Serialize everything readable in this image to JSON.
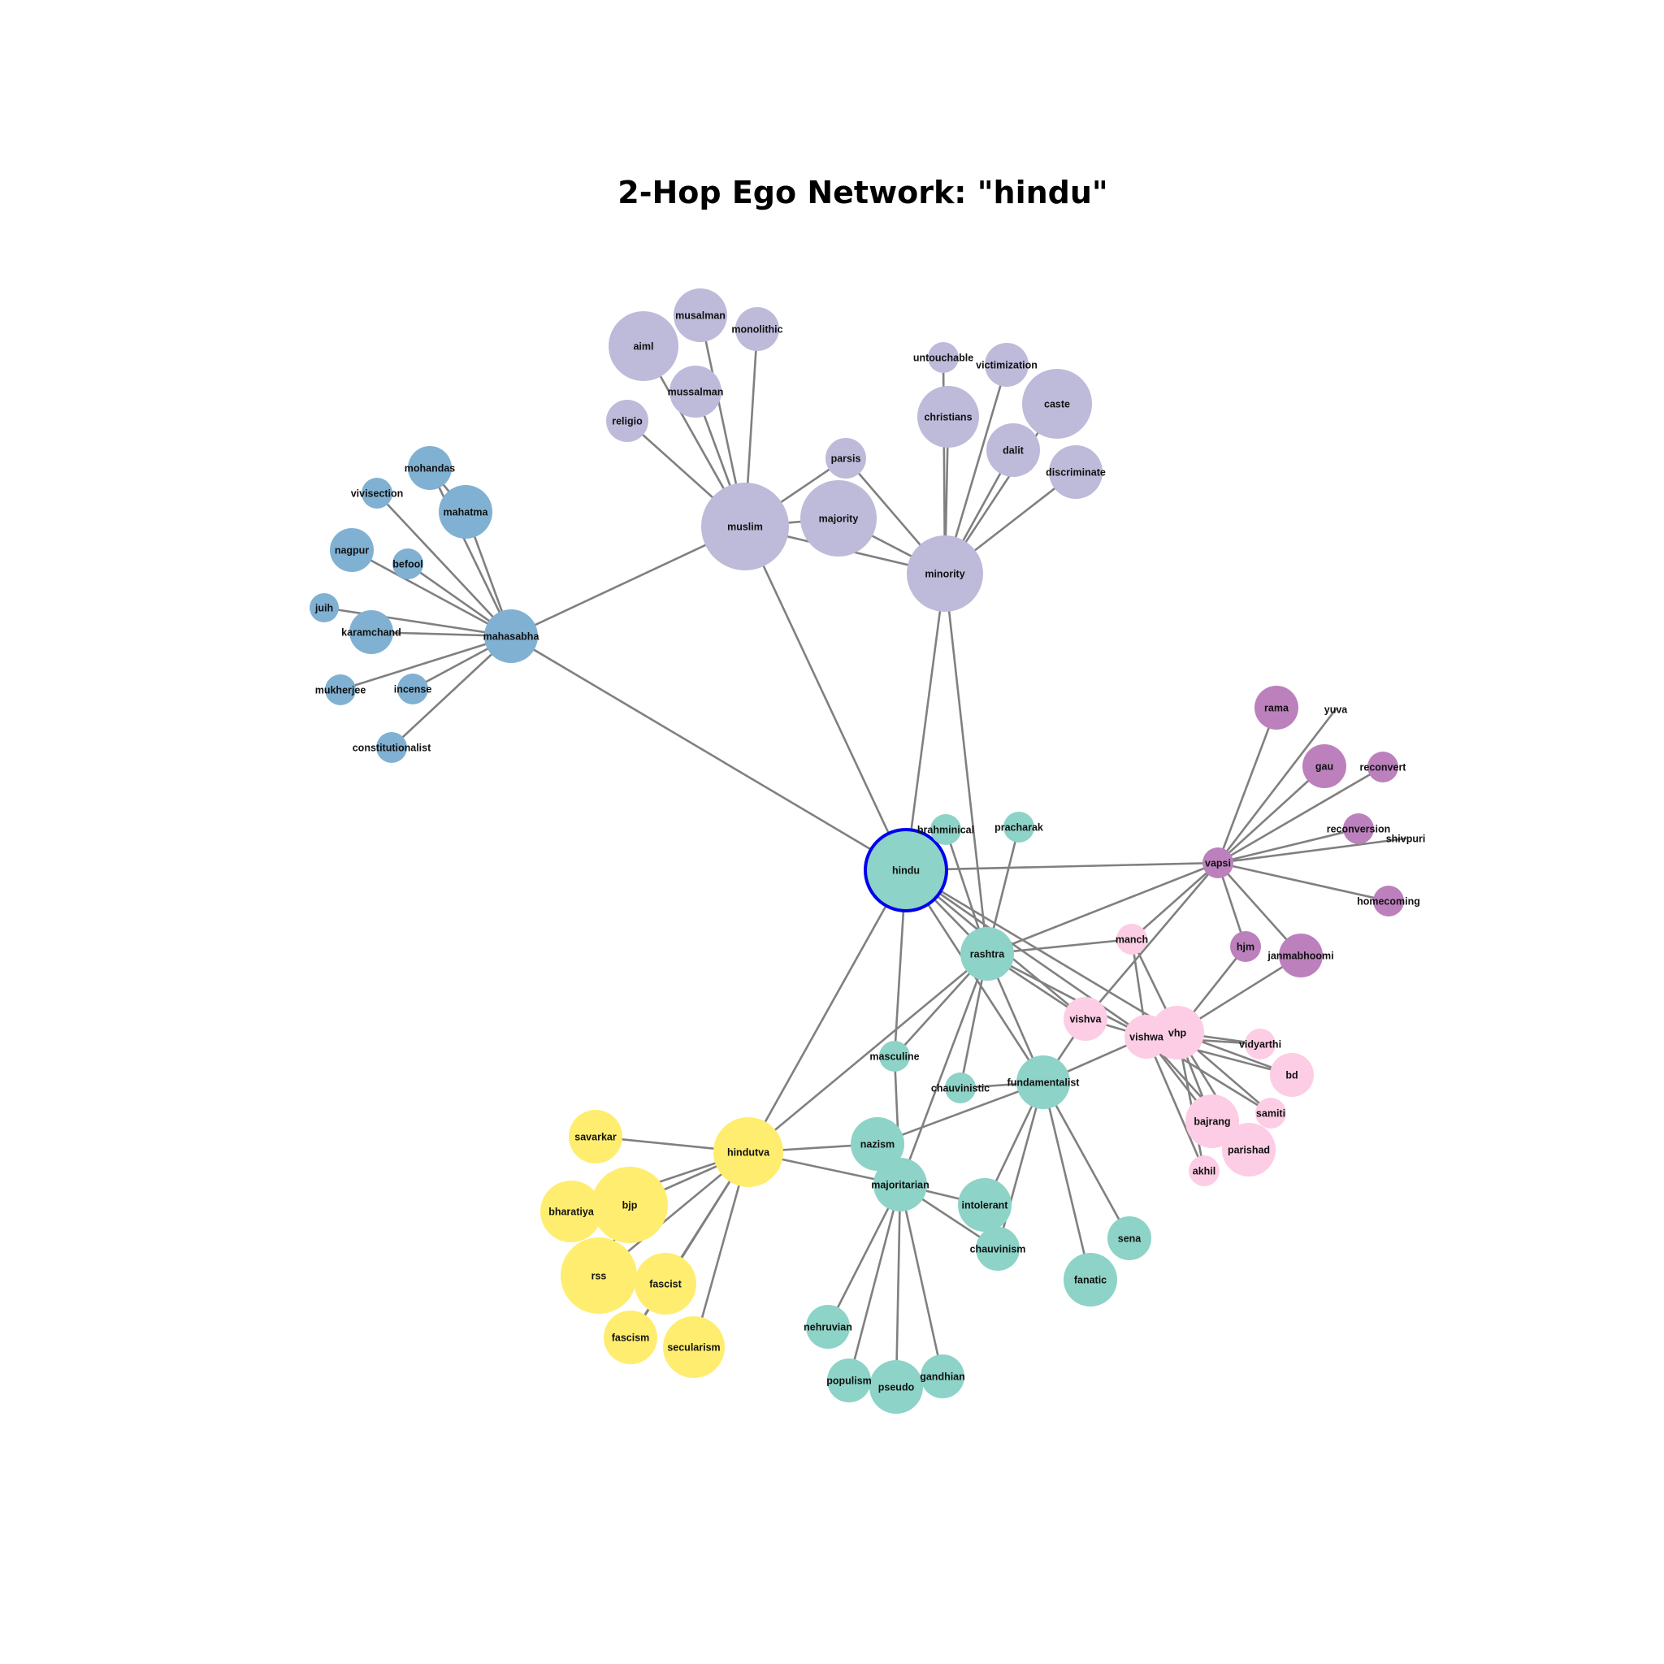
{
  "title": "2-Hop Ego Network: \"hindu\"",
  "ego": "hindu",
  "communities": {
    "teal": {
      "color": "#8dd3c7"
    },
    "lilac": {
      "color": "#bebada"
    },
    "blue": {
      "color": "#80b1d3"
    },
    "purple": {
      "color": "#bc80bd"
    },
    "pink": {
      "color": "#fccde5"
    },
    "yellow": {
      "color": "#ffed6f"
    }
  },
  "ego_outline_color": "#0000ee",
  "edge_color": "#808080",
  "nodes": [
    {
      "id": "hindu",
      "community": "teal"
    },
    {
      "id": "muslim",
      "community": "lilac"
    },
    {
      "id": "majority",
      "community": "lilac"
    },
    {
      "id": "minority",
      "community": "lilac"
    },
    {
      "id": "parsis",
      "community": "lilac"
    },
    {
      "id": "aiml",
      "community": "lilac"
    },
    {
      "id": "musalman",
      "community": "lilac"
    },
    {
      "id": "monolithic",
      "community": "lilac"
    },
    {
      "id": "mussalman",
      "community": "lilac"
    },
    {
      "id": "religio",
      "community": "lilac"
    },
    {
      "id": "untouchable",
      "community": "lilac"
    },
    {
      "id": "victimization",
      "community": "lilac"
    },
    {
      "id": "caste",
      "community": "lilac"
    },
    {
      "id": "christians",
      "community": "lilac"
    },
    {
      "id": "dalit",
      "community": "lilac"
    },
    {
      "id": "discriminate",
      "community": "lilac"
    },
    {
      "id": "mahasabha",
      "community": "blue"
    },
    {
      "id": "mohandas",
      "community": "blue"
    },
    {
      "id": "vivisection",
      "community": "blue"
    },
    {
      "id": "mahatma",
      "community": "blue"
    },
    {
      "id": "nagpur",
      "community": "blue"
    },
    {
      "id": "befool",
      "community": "blue"
    },
    {
      "id": "juih",
      "community": "blue"
    },
    {
      "id": "karamchand",
      "community": "blue"
    },
    {
      "id": "mukherjee",
      "community": "blue"
    },
    {
      "id": "incense",
      "community": "blue"
    },
    {
      "id": "constitutionalist",
      "community": "blue"
    },
    {
      "id": "vapsi",
      "community": "purple"
    },
    {
      "id": "rama",
      "community": "purple"
    },
    {
      "id": "yuva",
      "community": "purple"
    },
    {
      "id": "gau",
      "community": "purple"
    },
    {
      "id": "reconvert",
      "community": "purple"
    },
    {
      "id": "reconversion",
      "community": "purple"
    },
    {
      "id": "shivpuri",
      "community": "purple"
    },
    {
      "id": "homecoming",
      "community": "purple"
    },
    {
      "id": "hjm",
      "community": "purple"
    },
    {
      "id": "janmabhoomi",
      "community": "purple"
    },
    {
      "id": "manch",
      "community": "pink"
    },
    {
      "id": "vishva",
      "community": "pink"
    },
    {
      "id": "vishwa",
      "community": "pink"
    },
    {
      "id": "vhp",
      "community": "pink"
    },
    {
      "id": "vidyarthi",
      "community": "pink"
    },
    {
      "id": "bd",
      "community": "pink"
    },
    {
      "id": "samiti",
      "community": "pink"
    },
    {
      "id": "bajrang",
      "community": "pink"
    },
    {
      "id": "parishad",
      "community": "pink"
    },
    {
      "id": "akhil",
      "community": "pink"
    },
    {
      "id": "brahminical",
      "community": "teal"
    },
    {
      "id": "pracharak",
      "community": "teal"
    },
    {
      "id": "rashtra",
      "community": "teal"
    },
    {
      "id": "masculine",
      "community": "teal"
    },
    {
      "id": "chauvinistic",
      "community": "teal"
    },
    {
      "id": "fundamentalist",
      "community": "teal"
    },
    {
      "id": "nazism",
      "community": "teal"
    },
    {
      "id": "majoritarian",
      "community": "teal"
    },
    {
      "id": "intolerant",
      "community": "teal"
    },
    {
      "id": "chauvinism",
      "community": "teal"
    },
    {
      "id": "sena",
      "community": "teal"
    },
    {
      "id": "fanatic",
      "community": "teal"
    },
    {
      "id": "nehruvian",
      "community": "teal"
    },
    {
      "id": "populism",
      "community": "teal"
    },
    {
      "id": "pseudo",
      "community": "teal"
    },
    {
      "id": "gandhian",
      "community": "teal"
    },
    {
      "id": "hindutva",
      "community": "yellow"
    },
    {
      "id": "savarkar",
      "community": "yellow"
    },
    {
      "id": "bjp",
      "community": "yellow"
    },
    {
      "id": "bharatiya",
      "community": "yellow"
    },
    {
      "id": "rss",
      "community": "yellow"
    },
    {
      "id": "fascist",
      "community": "yellow"
    },
    {
      "id": "fascism",
      "community": "yellow"
    },
    {
      "id": "secularism",
      "community": "yellow"
    }
  ],
  "edges": [
    [
      "hindu",
      "muslim"
    ],
    [
      "hindu",
      "minority"
    ],
    [
      "hindu",
      "mahasabha"
    ],
    [
      "hindu",
      "vapsi"
    ],
    [
      "hindu",
      "rashtra"
    ],
    [
      "hindu",
      "hindutva"
    ],
    [
      "hindu",
      "masculine"
    ],
    [
      "hindu",
      "fundamentalist"
    ],
    [
      "hindu",
      "vishva"
    ],
    [
      "hindu",
      "vishwa"
    ],
    [
      "hindu",
      "vhp"
    ],
    [
      "muslim",
      "mahasabha"
    ],
    [
      "muslim",
      "majority"
    ],
    [
      "muslim",
      "minority"
    ],
    [
      "muslim",
      "parsis"
    ],
    [
      "muslim",
      "aiml"
    ],
    [
      "muslim",
      "musalman"
    ],
    [
      "muslim",
      "monolithic"
    ],
    [
      "muslim",
      "mussalman"
    ],
    [
      "muslim",
      "religio"
    ],
    [
      "majority",
      "minority"
    ],
    [
      "parsis",
      "minority"
    ],
    [
      "minority",
      "untouchable"
    ],
    [
      "minority",
      "victimization"
    ],
    [
      "minority",
      "caste"
    ],
    [
      "minority",
      "christians"
    ],
    [
      "minority",
      "dalit"
    ],
    [
      "minority",
      "discriminate"
    ],
    [
      "minority",
      "rashtra"
    ],
    [
      "mahasabha",
      "mohandas"
    ],
    [
      "mahasabha",
      "vivisection"
    ],
    [
      "mahasabha",
      "mahatma"
    ],
    [
      "mahasabha",
      "nagpur"
    ],
    [
      "mahasabha",
      "befool"
    ],
    [
      "mahasabha",
      "juih"
    ],
    [
      "mahasabha",
      "karamchand"
    ],
    [
      "mahasabha",
      "mukherjee"
    ],
    [
      "mahasabha",
      "incense"
    ],
    [
      "mahasabha",
      "constitutionalist"
    ],
    [
      "mohandas",
      "mahatma"
    ],
    [
      "vapsi",
      "rama"
    ],
    [
      "vapsi",
      "yuva"
    ],
    [
      "vapsi",
      "gau"
    ],
    [
      "vapsi",
      "reconvert"
    ],
    [
      "vapsi",
      "reconversion"
    ],
    [
      "vapsi",
      "shivpuri"
    ],
    [
      "vapsi",
      "homecoming"
    ],
    [
      "vapsi",
      "hjm"
    ],
    [
      "vapsi",
      "janmabhoomi"
    ],
    [
      "vapsi",
      "rashtra"
    ],
    [
      "vapsi",
      "manch"
    ],
    [
      "vapsi",
      "vishva"
    ],
    [
      "vhp",
      "hjm"
    ],
    [
      "vhp",
      "janmabhoomi"
    ],
    [
      "rashtra",
      "brahminical"
    ],
    [
      "rashtra",
      "pracharak"
    ],
    [
      "rashtra",
      "manch"
    ],
    [
      "rashtra",
      "vishva"
    ],
    [
      "rashtra",
      "vishwa"
    ],
    [
      "rashtra",
      "hindutva"
    ],
    [
      "rashtra",
      "masculine"
    ],
    [
      "rashtra",
      "chauvinistic"
    ],
    [
      "rashtra",
      "fundamentalist"
    ],
    [
      "rashtra",
      "majoritarian"
    ],
    [
      "manch",
      "vishwa"
    ],
    [
      "manch",
      "vhp"
    ],
    [
      "vishva",
      "fundamentalist"
    ],
    [
      "vishva",
      "vishwa"
    ],
    [
      "vishwa",
      "vhp"
    ],
    [
      "vishwa",
      "bajrang"
    ],
    [
      "vishwa",
      "parishad"
    ],
    [
      "vishwa",
      "akhil"
    ],
    [
      "vishwa",
      "samiti"
    ],
    [
      "vishwa",
      "bd"
    ],
    [
      "vishwa",
      "vidyarthi"
    ],
    [
      "vishwa",
      "fundamentalist"
    ],
    [
      "vhp",
      "vidyarthi"
    ],
    [
      "vhp",
      "bd"
    ],
    [
      "vhp",
      "samiti"
    ],
    [
      "vhp",
      "bajrang"
    ],
    [
      "vhp",
      "parishad"
    ],
    [
      "vhp",
      "akhil"
    ],
    [
      "masculine",
      "majoritarian"
    ],
    [
      "chauvinistic",
      "fundamentalist"
    ],
    [
      "fundamentalist",
      "nazism"
    ],
    [
      "fundamentalist",
      "intolerant"
    ],
    [
      "fundamentalist",
      "chauvinism"
    ],
    [
      "fundamentalist",
      "sena"
    ],
    [
      "fundamentalist",
      "fanatic"
    ],
    [
      "hindutva",
      "nazism"
    ],
    [
      "hindutva",
      "majoritarian"
    ],
    [
      "hindutva",
      "savarkar"
    ],
    [
      "hindutva",
      "bjp"
    ],
    [
      "hindutva",
      "bharatiya"
    ],
    [
      "hindutva",
      "rss"
    ],
    [
      "hindutva",
      "fascist"
    ],
    [
      "hindutva",
      "fascism"
    ],
    [
      "hindutva",
      "secularism"
    ],
    [
      "bjp",
      "rss"
    ],
    [
      "fascist",
      "fascism"
    ],
    [
      "majoritarian",
      "nazism"
    ],
    [
      "majoritarian",
      "intolerant"
    ],
    [
      "majoritarian",
      "chauvinism"
    ],
    [
      "majoritarian",
      "nehruvian"
    ],
    [
      "majoritarian",
      "populism"
    ],
    [
      "majoritarian",
      "pseudo"
    ],
    [
      "majoritarian",
      "gandhian"
    ]
  ]
}
